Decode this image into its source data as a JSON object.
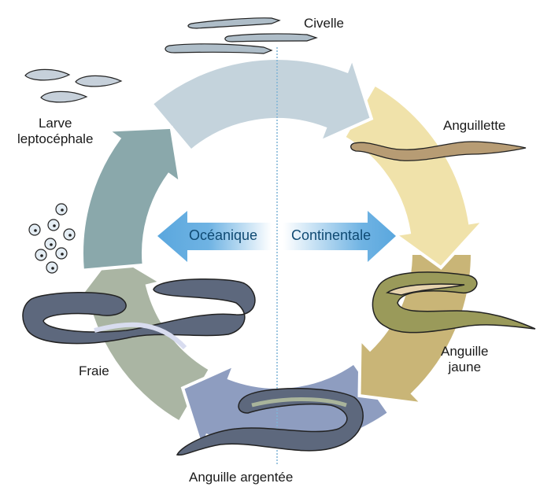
{
  "title": "Cycle de vie de l'anguille",
  "stages": [
    {
      "id": "civelle",
      "label": "Civelle",
      "color": "#c4d3dc"
    },
    {
      "id": "anguillette",
      "label": "Anguillette",
      "color": "#f0e2aa"
    },
    {
      "id": "anguille-jaune",
      "label_line1": "Anguille",
      "label_line2": "jaune",
      "color": "#c9b577"
    },
    {
      "id": "anguille-argentee",
      "label": "Anguille argentée",
      "color": "#8e9dc0"
    },
    {
      "id": "fraie",
      "label": "Fraie",
      "color": "#aab5a3"
    },
    {
      "id": "larve",
      "label_line1": "Larve",
      "label_line2": "leptocéphale",
      "color": "#8aa8ab"
    }
  ],
  "phases": {
    "oceanic": {
      "label": "Océanique",
      "color": "#5aa7de"
    },
    "continental": {
      "label": "Continentale",
      "color": "#5aa7de"
    }
  },
  "divider_color": "#7fb3d5"
}
